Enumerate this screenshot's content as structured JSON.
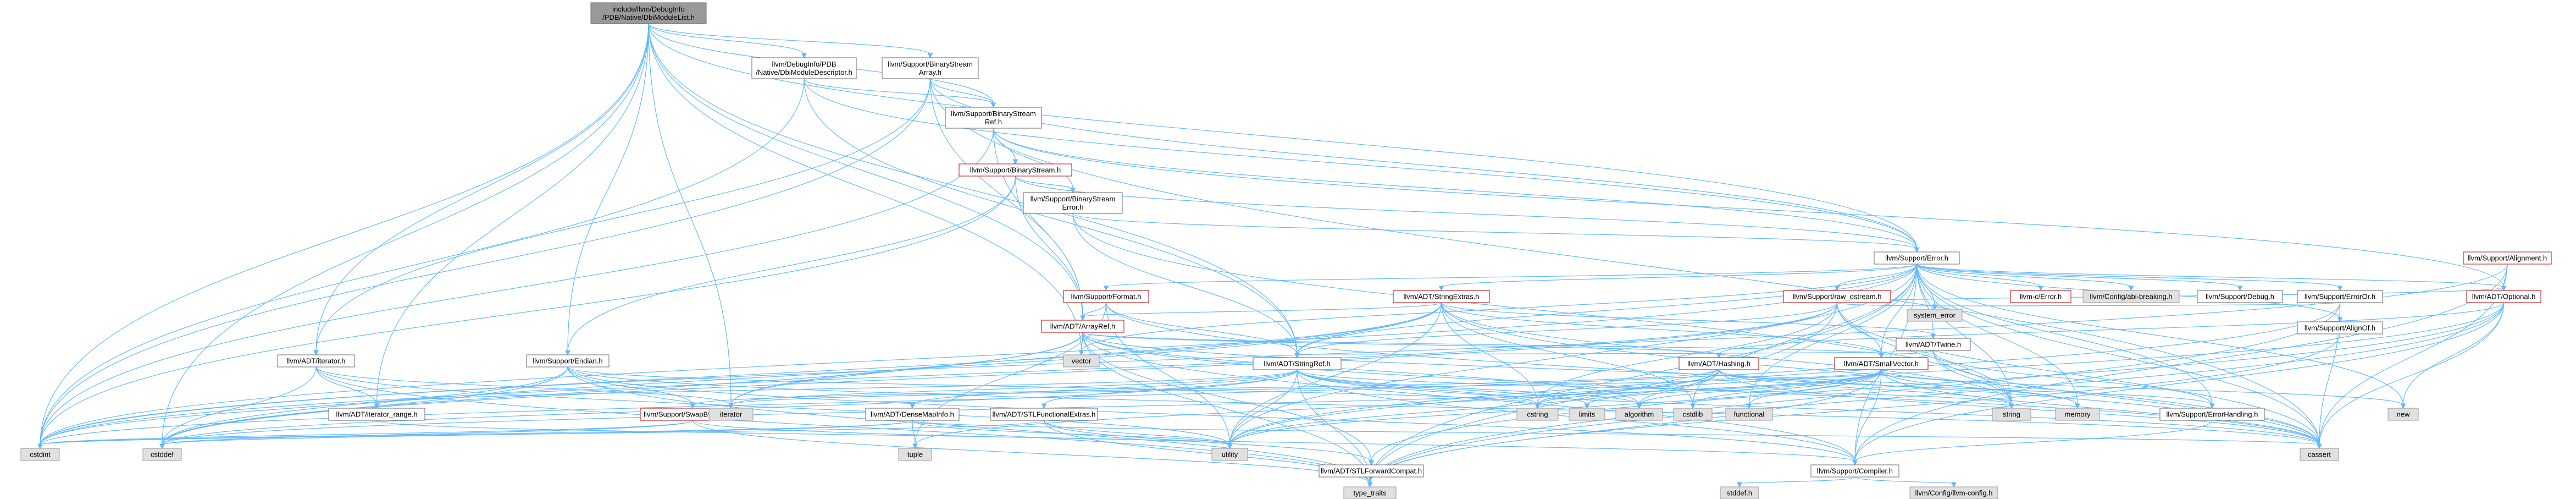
{
  "colors": {
    "root_fill": "#999999",
    "root_stroke": "#666666",
    "doc_fill": "#ffffff",
    "doc_stroke": "#666666",
    "undoc_fill": "#ffffff",
    "undoc_stroke": "#bf0000",
    "ext_fill": "#e0e0e0",
    "ext_stroke": "#999999",
    "edge": "#63b8ff"
  },
  "nodes": [
    {
      "id": "root",
      "lines": [
        "include/llvm/DebugInfo",
        "/PDB/Native/DbiModuleList.h"
      ],
      "kind": "root"
    },
    {
      "id": "dbimd",
      "lines": [
        "llvm/DebugInfo/PDB",
        "/Native/DbiModuleDescriptor.h"
      ],
      "kind": "doc"
    },
    {
      "id": "bsa",
      "lines": [
        "llvm/Support/BinaryStream",
        "Array.h"
      ],
      "kind": "doc"
    },
    {
      "id": "bsr",
      "lines": [
        "llvm/Support/BinaryStream",
        "Ref.h"
      ],
      "kind": "doc"
    },
    {
      "id": "bs",
      "lines": [
        "llvm/Support/BinaryStream.h"
      ],
      "kind": "undoc"
    },
    {
      "id": "bse",
      "lines": [
        "llvm/Support/BinaryStream",
        "Error.h"
      ],
      "kind": "doc"
    },
    {
      "id": "err",
      "lines": [
        "llvm/Support/Error.h"
      ],
      "kind": "doc"
    },
    {
      "id": "align",
      "lines": [
        "llvm/Support/Alignment.h"
      ],
      "kind": "undoc"
    },
    {
      "id": "optional",
      "lines": [
        "llvm/ADT/Optional.h"
      ],
      "kind": "undoc"
    },
    {
      "id": "format",
      "lines": [
        "llvm/Support/Format.h"
      ],
      "kind": "undoc"
    },
    {
      "id": "strext",
      "lines": [
        "llvm/ADT/StringExtras.h"
      ],
      "kind": "undoc"
    },
    {
      "id": "rawos",
      "lines": [
        "llvm/Support/raw_ostream.h"
      ],
      "kind": "undoc"
    },
    {
      "id": "cerror",
      "lines": [
        "llvm-c/Error.h"
      ],
      "kind": "undoc"
    },
    {
      "id": "abibreak",
      "lines": [
        "llvm/Config/abi-breaking.h"
      ],
      "kind": "ext"
    },
    {
      "id": "debug",
      "lines": [
        "llvm/Support/Debug.h"
      ],
      "kind": "doc"
    },
    {
      "id": "erroror",
      "lines": [
        "llvm/Support/ErrorOr.h"
      ],
      "kind": "doc"
    },
    {
      "id": "sysErr",
      "lines": [
        "system_error"
      ],
      "kind": "ext"
    },
    {
      "id": "alignof",
      "lines": [
        "llvm/Support/AlignOf.h"
      ],
      "kind": "doc"
    },
    {
      "id": "arrayref",
      "lines": [
        "llvm/ADT/ArrayRef.h"
      ],
      "kind": "undoc"
    },
    {
      "id": "twine",
      "lines": [
        "llvm/ADT/Twine.h"
      ],
      "kind": "doc"
    },
    {
      "id": "iterator",
      "lines": [
        "llvm/ADT/iterator.h"
      ],
      "kind": "doc"
    },
    {
      "id": "endian",
      "lines": [
        "llvm/Support/Endian.h"
      ],
      "kind": "doc"
    },
    {
      "id": "hashing",
      "lines": [
        "llvm/ADT/Hashing.h"
      ],
      "kind": "undoc"
    },
    {
      "id": "smallvec",
      "lines": [
        "llvm/ADT/SmallVector.h"
      ],
      "kind": "undoc"
    },
    {
      "id": "stringref",
      "lines": [
        "llvm/ADT/StringRef.h"
      ],
      "kind": "doc"
    },
    {
      "id": "itrange",
      "lines": [
        "llvm/ADT/iterator_range.h"
      ],
      "kind": "doc"
    },
    {
      "id": "swapbyte",
      "lines": [
        "llvm/Support/SwapByteOrder.h"
      ],
      "kind": "undoc"
    },
    {
      "id": "densemapinfo",
      "lines": [
        "llvm/ADT/DenseMapInfo.h"
      ],
      "kind": "doc"
    },
    {
      "id": "stlfunc",
      "lines": [
        "llvm/ADT/STLFunctionalExtras.h"
      ],
      "kind": "doc"
    },
    {
      "id": "errhandling",
      "lines": [
        "llvm/Support/ErrorHandling.h"
      ],
      "kind": "doc"
    },
    {
      "id": "stlfwd",
      "lines": [
        "llvm/ADT/STLForwardCompat.h"
      ],
      "kind": "doc"
    },
    {
      "id": "compiler",
      "lines": [
        "llvm/Support/Compiler.h"
      ],
      "kind": "doc"
    },
    {
      "id": "llvmconfig",
      "lines": [
        "llvm/Config/llvm-config.h"
      ],
      "kind": "ext"
    },
    {
      "id": "vector",
      "lines": [
        "vector"
      ],
      "kind": "ext"
    },
    {
      "id": "iteratorh",
      "lines": [
        "iterator"
      ],
      "kind": "ext"
    },
    {
      "id": "cstring",
      "lines": [
        "cstring"
      ],
      "kind": "ext"
    },
    {
      "id": "limits",
      "lines": [
        "limits"
      ],
      "kind": "ext"
    },
    {
      "id": "algorithm",
      "lines": [
        "algorithm"
      ],
      "kind": "ext"
    },
    {
      "id": "cstdlib",
      "lines": [
        "cstdlib"
      ],
      "kind": "ext"
    },
    {
      "id": "functional",
      "lines": [
        "functional"
      ],
      "kind": "ext"
    },
    {
      "id": "string",
      "lines": [
        "string"
      ],
      "kind": "ext"
    },
    {
      "id": "memory",
      "lines": [
        "memory"
      ],
      "kind": "ext"
    },
    {
      "id": "new",
      "lines": [
        "new"
      ],
      "kind": "ext"
    },
    {
      "id": "cstdint",
      "lines": [
        "cstdint"
      ],
      "kind": "ext"
    },
    {
      "id": "cstddef",
      "lines": [
        "cstddef"
      ],
      "kind": "ext"
    },
    {
      "id": "tuple",
      "lines": [
        "tuple"
      ],
      "kind": "ext"
    },
    {
      "id": "utility",
      "lines": [
        "utility"
      ],
      "kind": "ext"
    },
    {
      "id": "cassert",
      "lines": [
        "cassert"
      ],
      "kind": "ext"
    },
    {
      "id": "typetraits",
      "lines": [
        "type_traits"
      ],
      "kind": "ext"
    },
    {
      "id": "stddef",
      "lines": [
        "stddef.h"
      ],
      "kind": "ext"
    }
  ],
  "edges": [
    [
      "root",
      "dbimd"
    ],
    [
      "root",
      "bsa"
    ],
    [
      "root",
      "bsr"
    ],
    [
      "root",
      "err"
    ],
    [
      "root",
      "iterator"
    ],
    [
      "root",
      "itrange"
    ],
    [
      "root",
      "cstddef"
    ],
    [
      "root",
      "cstdint"
    ],
    [
      "root",
      "iteratorh"
    ],
    [
      "root",
      "vector"
    ],
    [
      "root",
      "endian"
    ],
    [
      "root",
      "stringref"
    ],
    [
      "root",
      "arrayref"
    ],
    [
      "dbimd",
      "bsr"
    ],
    [
      "dbimd",
      "err"
    ],
    [
      "dbimd",
      "cstdint"
    ],
    [
      "dbimd",
      "stringref"
    ],
    [
      "bsa",
      "bsr"
    ],
    [
      "bsa",
      "err"
    ],
    [
      "bsa",
      "cassert"
    ],
    [
      "bsa",
      "cstdint"
    ],
    [
      "bsa",
      "arrayref"
    ],
    [
      "bsa",
      "iterator"
    ],
    [
      "bsr",
      "bs"
    ],
    [
      "bsr",
      "bse"
    ],
    [
      "bsr",
      "err"
    ],
    [
      "bsr",
      "cstdint"
    ],
    [
      "bsr",
      "arrayref"
    ],
    [
      "bsr",
      "optional"
    ],
    [
      "bs",
      "bse"
    ],
    [
      "bs",
      "err"
    ],
    [
      "bs",
      "cstdint"
    ],
    [
      "bs",
      "arrayref"
    ],
    [
      "bs",
      "endian"
    ],
    [
      "bse",
      "err"
    ],
    [
      "bse",
      "string"
    ],
    [
      "bse",
      "stringref"
    ],
    [
      "err",
      "abibreak"
    ],
    [
      "err",
      "cerror"
    ],
    [
      "err",
      "debug"
    ],
    [
      "err",
      "erroror"
    ],
    [
      "err",
      "rawos"
    ],
    [
      "err",
      "format"
    ],
    [
      "err",
      "strext"
    ],
    [
      "err",
      "twine"
    ],
    [
      "err",
      "smallvec"
    ],
    [
      "err",
      "stringref"
    ],
    [
      "err",
      "errhandling"
    ],
    [
      "err",
      "compiler"
    ],
    [
      "err",
      "alignof"
    ],
    [
      "err",
      "cassert"
    ],
    [
      "err",
      "cstdint"
    ],
    [
      "err",
      "cstdlib"
    ],
    [
      "err",
      "functional"
    ],
    [
      "err",
      "memory"
    ],
    [
      "err",
      "new"
    ],
    [
      "err",
      "string"
    ],
    [
      "err",
      "sysErr"
    ],
    [
      "err",
      "typetraits"
    ],
    [
      "err",
      "utility"
    ],
    [
      "err",
      "vector"
    ],
    [
      "err",
      "optional"
    ],
    [
      "align",
      "optional"
    ],
    [
      "align",
      "compiler"
    ],
    [
      "align",
      "cassert"
    ],
    [
      "align",
      "cstdint"
    ],
    [
      "optional",
      "hashing"
    ],
    [
      "optional",
      "stlfwd"
    ],
    [
      "optional",
      "compiler"
    ],
    [
      "optional",
      "typetraits"
    ],
    [
      "optional",
      "new"
    ],
    [
      "optional",
      "cassert"
    ],
    [
      "optional",
      "utility"
    ],
    [
      "format",
      "arrayref"
    ],
    [
      "format",
      "stringref"
    ],
    [
      "format",
      "cassert"
    ],
    [
      "format",
      "cstdio"
    ],
    [
      "format",
      "tuple"
    ],
    [
      "format",
      "utility"
    ],
    [
      "strext",
      "arrayref"
    ],
    [
      "strext",
      "smallvec"
    ],
    [
      "strext",
      "stringref"
    ],
    [
      "strext",
      "twine"
    ],
    [
      "strext",
      "cassert"
    ],
    [
      "strext",
      "cstddef"
    ],
    [
      "strext",
      "cstdint"
    ],
    [
      "strext",
      "cstdlib"
    ],
    [
      "strext",
      "cstring"
    ],
    [
      "strext",
      "iteratorh"
    ],
    [
      "strext",
      "string"
    ],
    [
      "strext",
      "utility"
    ],
    [
      "rawos",
      "stringref"
    ],
    [
      "rawos",
      "smallvec"
    ],
    [
      "rawos",
      "optional"
    ],
    [
      "rawos",
      "cassert"
    ],
    [
      "rawos",
      "cstddef"
    ],
    [
      "rawos",
      "cstdint"
    ],
    [
      "rawos",
      "cstring"
    ],
    [
      "rawos",
      "string"
    ],
    [
      "rawos",
      "sysErr"
    ],
    [
      "rawos",
      "typetraits"
    ],
    [
      "erroror",
      "alignof"
    ],
    [
      "erroror",
      "cassert"
    ],
    [
      "erroror",
      "sysErr"
    ],
    [
      "erroror",
      "typetraits"
    ],
    [
      "erroror",
      "utility"
    ],
    [
      "alignof",
      "typetraits"
    ],
    [
      "arrayref",
      "hashing"
    ],
    [
      "arrayref",
      "smallvec"
    ],
    [
      "arrayref",
      "stlfwd"
    ],
    [
      "arrayref",
      "compiler"
    ],
    [
      "arrayref",
      "algorithm"
    ],
    [
      "arrayref",
      "array"
    ],
    [
      "arrayref",
      "cassert"
    ],
    [
      "arrayref",
      "cstddef"
    ],
    [
      "arrayref",
      "initializer_list"
    ],
    [
      "arrayref",
      "iteratorh"
    ],
    [
      "arrayref",
      "memory"
    ],
    [
      "arrayref",
      "typetraits"
    ],
    [
      "arrayref",
      "vector"
    ],
    [
      "twine",
      "smallvec"
    ],
    [
      "twine",
      "stringref"
    ],
    [
      "twine",
      "errhandling"
    ],
    [
      "twine",
      "cassert"
    ],
    [
      "twine",
      "cstdint"
    ],
    [
      "twine",
      "string"
    ],
    [
      "iterator",
      "itrange"
    ],
    [
      "iterator",
      "cstddef"
    ],
    [
      "iterator",
      "iteratorh"
    ],
    [
      "iterator",
      "typetraits"
    ],
    [
      "iterator",
      "utility"
    ],
    [
      "endian",
      "compiler"
    ],
    [
      "endian",
      "swapbyte"
    ],
    [
      "endian",
      "cassert"
    ],
    [
      "endian",
      "cstddef"
    ],
    [
      "endian",
      "cstdint"
    ],
    [
      "endian",
      "cstring"
    ],
    [
      "endian",
      "typetraits"
    ],
    [
      "hashing",
      "errhandling"
    ],
    [
      "hashing",
      "swapbyte"
    ],
    [
      "hashing",
      "algorithm"
    ],
    [
      "hashing",
      "cassert"
    ],
    [
      "hashing",
      "cstring"
    ],
    [
      "hashing",
      "string"
    ],
    [
      "hashing",
      "tuple"
    ],
    [
      "hashing",
      "utility"
    ],
    [
      "smallvec",
      "compiler"
    ],
    [
      "smallvec",
      "typetraits"
    ],
    [
      "smallvec",
      "algorithm"
    ],
    [
      "smallvec",
      "cassert"
    ],
    [
      "smallvec",
      "cstddef"
    ],
    [
      "smallvec",
      "cstdlib"
    ],
    [
      "smallvec",
      "cstring"
    ],
    [
      "smallvec",
      "functional"
    ],
    [
      "smallvec",
      "initializer_list"
    ],
    [
      "smallvec",
      "iteratorh"
    ],
    [
      "smallvec",
      "limits"
    ],
    [
      "smallvec",
      "memory"
    ],
    [
      "smallvec",
      "new"
    ],
    [
      "smallvec",
      "utility"
    ],
    [
      "stringref",
      "densemapinfo"
    ],
    [
      "stringref",
      "stlfunc"
    ],
    [
      "stringref",
      "itrange"
    ],
    [
      "stringref",
      "compiler"
    ],
    [
      "stringref",
      "algorithm"
    ],
    [
      "stringref",
      "cassert"
    ],
    [
      "stringref",
      "cstddef"
    ],
    [
      "stringref",
      "cstring"
    ],
    [
      "stringref",
      "iteratorh"
    ],
    [
      "stringref",
      "limits"
    ],
    [
      "stringref",
      "string"
    ],
    [
      "stringref",
      "typetraits"
    ],
    [
      "stringref",
      "utility"
    ],
    [
      "itrange",
      "utility"
    ],
    [
      "swapbyte",
      "compiler"
    ],
    [
      "swapbyte",
      "cstddef"
    ],
    [
      "swapbyte",
      "cstdint"
    ],
    [
      "swapbyte",
      "typetraits"
    ],
    [
      "densemapinfo",
      "cassert"
    ],
    [
      "densemapinfo",
      "cstddef"
    ],
    [
      "densemapinfo",
      "cstdint"
    ],
    [
      "densemapinfo",
      "tuple"
    ],
    [
      "densemapinfo",
      "utility"
    ],
    [
      "stlfunc",
      "stlfwd"
    ],
    [
      "stlfunc",
      "cstdint"
    ],
    [
      "stlfunc",
      "typetraits"
    ],
    [
      "stlfunc",
      "utility"
    ],
    [
      "errhandling",
      "compiler"
    ],
    [
      "stlfwd",
      "typetraits"
    ],
    [
      "compiler",
      "llvmconfig"
    ],
    [
      "compiler",
      "stddef"
    ]
  ]
}
